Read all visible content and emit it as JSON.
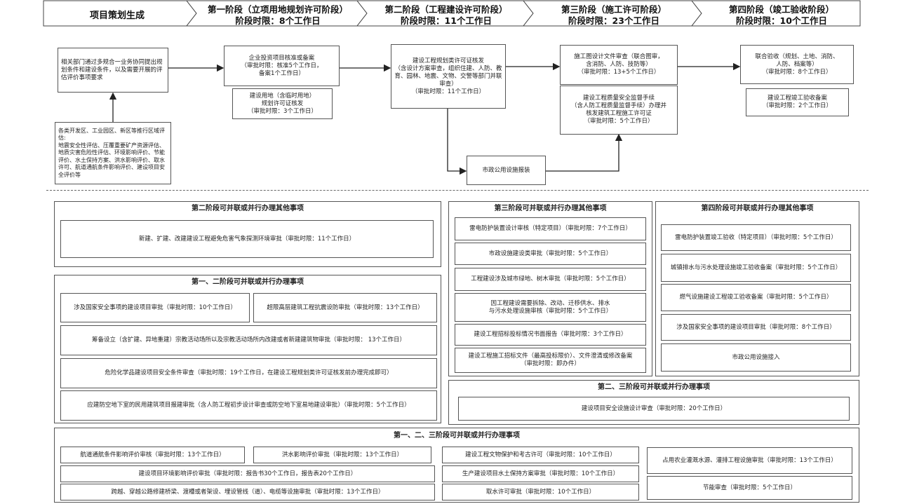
{
  "header": {
    "start": "项目策划生成",
    "stages": [
      {
        "title": "第一阶段（立项用地规划许可阶段）",
        "limit": "阶段时限：8个工作日"
      },
      {
        "title": "第二阶段（工程建设许可阶段）",
        "limit": "阶段时限：11个工作日"
      },
      {
        "title": "第三阶段（施工许可阶段）",
        "limit": "阶段时限：23个工作日"
      },
      {
        "title": "第四阶段（竣工验收阶段）",
        "limit": "阶段时限：10个工作日"
      }
    ]
  },
  "flow": {
    "pre": "相关部门通过多规合一业务协同提出规划条件和建设条件，以及需要开展的评估评价事项要求",
    "regional": "各类开发区、工业园区、新区等推行区域评估:\n地震安全性评估、压覆重要矿产资源评估、地质灾害危险性评估、环境影响评价、节能评价、水土保持方案、洪水影响评价、取水许可、航道通航条件影响评价、建设项目安全评价等",
    "s1a": "企业投资项目核准或备案\n（审批时限：核准5个工作日，\n备案1个工作日）",
    "s1b": "建设用地（含临时用地）\n规划许可证核发\n（审批时限：3个工作日）",
    "s2": "建设工程规划类许可证核发\n（含设计方案审查，组织住建、人防、教育、园林、地震、文物、交警等部门并联审查）\n（审批时限：11个工作日）",
    "s3a": "施工图设计文件审查（联合图审，\n含消防、人防、技防等）\n（审批时限：13+5个工作日）",
    "s3b": "建设工程质量安全监督手续\n（含人防工程质量监督手续）办理并\n核发建筑工程施工许可证\n（审批时限：5个工作日）",
    "s4a": "联合验收（规划、土地、消防、\n人防、档案等）\n（审批时限：8个工作日）",
    "s4b": "建设工程竣工验收备案\n（审批时限：2个工作日）",
    "municipal": "市政公用设施报装"
  },
  "g_s2": {
    "title": "第二阶段可并联或并行办理其他事项",
    "items": [
      "新建、扩建、改建建设工程避免危害气象探测环境审批（审批时限：11个工作日）"
    ]
  },
  "g_s12": {
    "title": "第一、二阶段可并联或并行办理事项",
    "items": [
      "涉及国家安全事项的建设项目审批（审批时限：10个工作日）",
      "超限高层建筑工程抗震设防审批（审批时限：13个工作日）",
      "筹备设立（含扩建、异地重建）宗教活动场所以及宗教活动场所内改建或者新建建筑物审批（审批时限： 13个工作日）",
      "危险化学品建设项目安全条件审查（审批时限：19个工作日，在建设工程规划类许可证核发前办理完成即可）",
      "应建防空地下室的民用建筑项目报建审批（含人防工程初步设计审查或防空地下室易地建设审批）（审批时限：5个工作日）"
    ]
  },
  "g_s3": {
    "title": "第三阶段可并联或并行办理其他事项",
    "items": [
      "雷电防护装置设计审核（特定项目）（审批时限：7个工作日）",
      "市政设施建设类审批（审批时限：5个工作日）",
      "工程建设涉及城市绿地、树木审批（审批时限：5个工作日）",
      "因工程建设需要拆除、改动、迁移供水、排水\n与污水处理设施审核（审批时限：5个工作日）",
      "建设工程招标投标情况书面报告（审批时限：3个工作日）",
      "建设工程施工招标文件（最高投标限价）、文件澄清或修改备案\n（审批时限：即办件）"
    ]
  },
  "g_s4": {
    "title": "第四阶段可并联或并行办理其他事项",
    "items": [
      "雷电防护装置竣工验收（特定项目）（审批时限：5个工作日）",
      "城镇排水与污水处理设施竣工验收备案（审批时限：5个工作日）",
      "燃气设施建设工程竣工验收备案（审批时限：5个工作日）",
      "涉及国家安全事项的建设项目审批（审批时限：8个工作日）",
      "市政公用设施接入"
    ]
  },
  "g_s23": {
    "title": "第二、三阶段可并联或并行办理事项",
    "items": [
      "建设项目安全设施设计审查（审批时限：20个工作日）"
    ]
  },
  "g_s123": {
    "title": "第一、二、三阶段可并联或并行办理事项",
    "items": [
      "航道通航条件影响评价审核（审批时限：13个工作日）",
      "洪水影响评价审批（审批时限：13个工作日）",
      "建设工程文物保护和考古许可（审批时限：10个工作日）",
      "占用农业灌溉水源、灌排工程设施审批（审批时限：13个工作日）",
      "建设项目环境影响评价审批（审批时限：报告书30个工作日，报告表20个工作日）",
      "生产建设项目水土保持方案审批（审批时限：10个工作日）",
      "节能审查（审批时限：5个工作日）",
      "跨越、穿越公路修建桥梁、渡槽或者架设、埋设管线（道）、电缆等设施审批（审批时限：13个工作日）",
      "取水许可审批（审批时限：10个工作日）"
    ]
  },
  "colors": {
    "border": "#555555",
    "text": "#222222",
    "background": "#ffffff"
  }
}
